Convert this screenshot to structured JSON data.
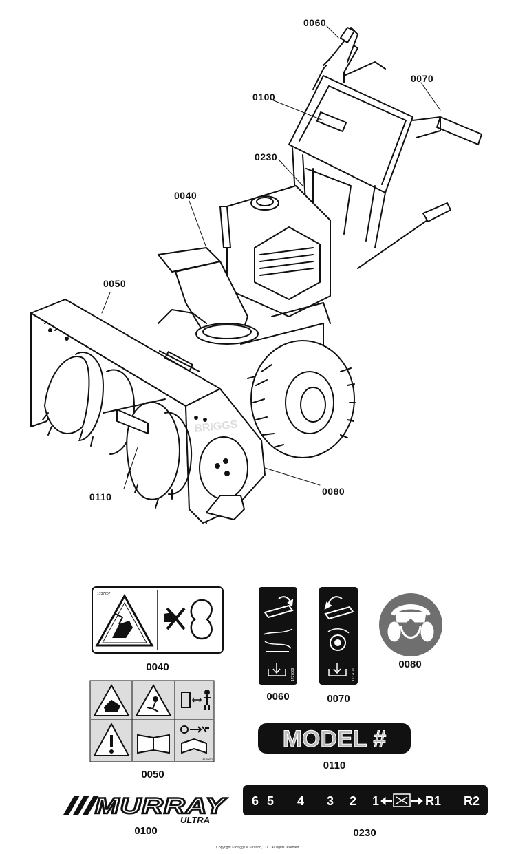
{
  "callouts": {
    "c0060": "0060",
    "c0070": "0070",
    "c0100": "0100",
    "c0230": "0230",
    "c0040": "0040",
    "c0050": "0050",
    "c0110": "0110",
    "c0080": "0080"
  },
  "decals": {
    "d0040": {
      "caption": "0040",
      "part": "1737207"
    },
    "d0060": {
      "caption": "0060",
      "part": "1737069"
    },
    "d0070": {
      "caption": "0070",
      "part": "1737070"
    },
    "d0080": {
      "caption": "0080"
    },
    "d0050": {
      "caption": "0050",
      "part": "1737207"
    },
    "d0110": {
      "caption": "0110",
      "text": "MODEL #"
    },
    "d0100": {
      "caption": "0100",
      "brand": "MURRAY",
      "sub": "ULTRA"
    },
    "d0230": {
      "caption": "0230",
      "gears": [
        "6",
        "5",
        "4",
        "3",
        "2",
        "1",
        "R1",
        "R2"
      ]
    }
  },
  "watermark": "BRIGGS",
  "copyright": "Copyright © Briggs & Stratton, LLC. All rights reserved."
}
